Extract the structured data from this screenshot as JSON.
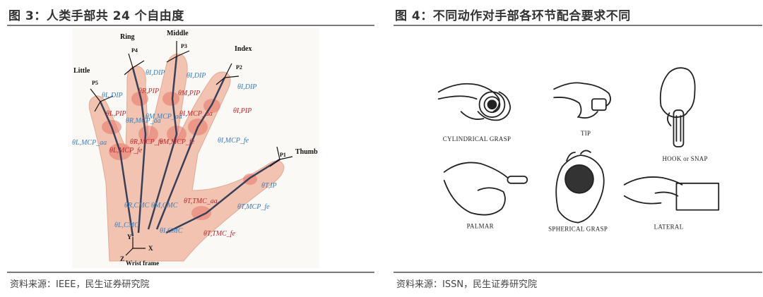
{
  "left": {
    "title": "图 3：人类手部共 24 个自由度",
    "source": "资料来源：IEEE，民生证券研究院",
    "finger_names": {
      "little": "Little",
      "ring": "Ring",
      "middle": "Middle",
      "index": "Index",
      "thumb": "Thumb"
    },
    "tips": {
      "p1": "P1",
      "p2": "P2",
      "p3": "P3",
      "p4": "P4",
      "p5": "P5"
    },
    "wrist_frame": "Wrist frame",
    "axes": {
      "x": "X",
      "y": "Y",
      "z": "Z"
    },
    "joint_labels": {
      "l_dip": "θL,DIP",
      "l_pip": "θL,PIP",
      "l_mcp_aa": "θL,MCP_aa",
      "l_mcp_fe": "θL,MCP_fe",
      "l_cmc": "θL,CMC",
      "r_dip": "θI,DIP",
      "r_pip": "θR,PIP",
      "r_mcp_aa": "θR,MCP_aa",
      "r_mcp_fe": "θR,MCP_fe",
      "r_cmc": "θR,CMC",
      "m_dip": "θI,DIP",
      "m_pip": "θM,PIP",
      "m_mcp_aa": "θM,MCP_aa",
      "m_mcp_fe": "θM,MCP_fe",
      "m_cmc": "θM,CMC",
      "i_dip": "θI,DIP",
      "i_pip": "θI,PIP",
      "i_mcp_aa": "θI,MCP_aa",
      "i_mcp_fe": "θI,MCP_fe",
      "i_cmc": "θI,CMC",
      "t_ip": "θT,IP",
      "t_mcp_fe": "θT,MCP_fe",
      "t_tmc_aa": "θT,TMC_aa",
      "t_tmc_fe": "θT,TMC_fe"
    }
  },
  "right": {
    "title": "图 4：不同动作对手部各环节配合要求不同",
    "source": "资料来源：ISSN，民生证券研究院",
    "grasps": {
      "cylindrical": "CYLINDRICAL GRASP",
      "tip": "TIP",
      "hook": "HOOK or SNAP",
      "palmar": "PALMAR",
      "spherical": "SPHERICAL GRASP",
      "lateral": "LATERAL"
    }
  }
}
